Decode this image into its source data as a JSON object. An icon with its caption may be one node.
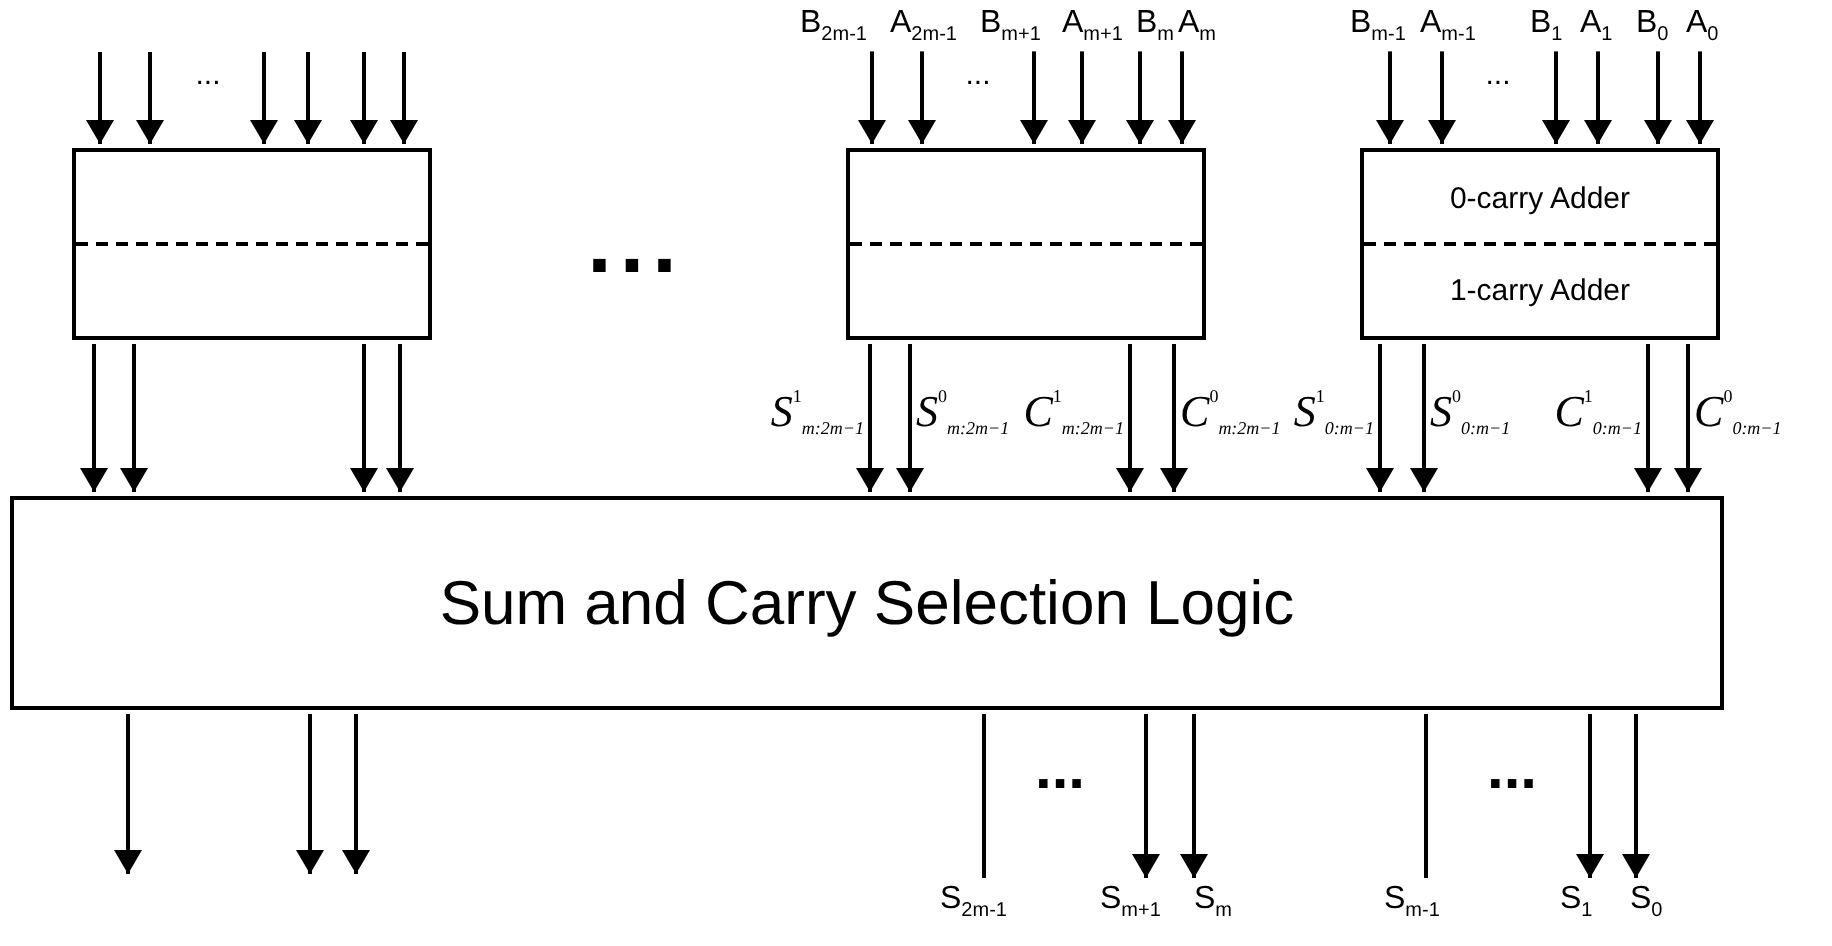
{
  "diagram": {
    "nodes": [
      {
        "text": [
          "B$_{2m-1}$"
        ]
      },
      {
        "text": [
          "A$_{2m-1}$"
        ]
      },
      {
        "text": [
          "B$_{m+1}$"
        ]
      },
      {
        "text": [
          "A$_{m+1}$"
        ]
      },
      {
        "text": [
          "B$_{m}$"
        ]
      },
      {
        "text": [
          "A$_{m}$"
        ]
      },
      {
        "text": [
          "B$_{m-1}$"
        ]
      },
      {
        "text": [
          "A$_{m-1}$"
        ]
      },
      {
        "text": [
          "B$_{1}$"
        ]
      },
      {
        "text": [
          "A$_{1}$"
        ]
      },
      {
        "text": [
          "B$_{0}$"
        ]
      },
      {
        "text": [
          "A$_{0}$"
        ]
      },
      {
        "text": [],
        "shape": "box"
      },
      {
        "text": [],
        "shape": "box"
      },
      {
        "text": [
          "0-carry Adder",
          "1-carry Adder"
        ]
      },
      {
        "text": [
          "Sum and Carry Selection Logic"
        ]
      },
      {
        "text": [
          "S$_{2m-1}$"
        ]
      },
      {
        "text": [
          "S$_{m+1}$"
        ]
      },
      {
        "text": [
          "S$_{m}$"
        ]
      },
      {
        "text": [
          "S$_{m-1}$"
        ]
      },
      {
        "text": [
          "S$_{1}$"
        ]
      },
      {
        "text": [
          "S$_{0}$"
        ]
      }
    ],
    "edges": [
      {
        "from": null,
        "to": 12,
        "arrow": "to"
      },
      {
        "from": null,
        "to": 12,
        "arrow": "to"
      },
      {
        "from": null,
        "to": 12,
        "arrow": "to"
      },
      {
        "from": null,
        "to": 12,
        "arrow": "to"
      },
      {
        "from": null,
        "to": 12,
        "arrow": "to"
      },
      {
        "from": null,
        "to": 12,
        "arrow": "to"
      },
      {
        "from": 0,
        "to": 13,
        "arrow": "to"
      },
      {
        "from": 1,
        "to": 13,
        "arrow": "to"
      },
      {
        "from": 2,
        "to": 13,
        "arrow": "to"
      },
      {
        "from": 3,
        "to": 13,
        "arrow": "to"
      },
      {
        "from": 4,
        "to": 13,
        "arrow": "to"
      },
      {
        "from": 5,
        "to": 13,
        "arrow": "to"
      },
      {
        "from": 6,
        "to": 14,
        "arrow": "to"
      },
      {
        "from": 7,
        "to": 14,
        "arrow": "to"
      },
      {
        "from": 8,
        "to": 14,
        "arrow": "to"
      },
      {
        "from": 9,
        "to": 14,
        "arrow": "to"
      },
      {
        "from": 10,
        "to": 14,
        "arrow": "to"
      },
      {
        "from": 11,
        "to": 14,
        "arrow": "to"
      },
      {
        "from": 12,
        "to": 15,
        "arrow": "to"
      },
      {
        "from": 12,
        "to": 15,
        "arrow": "to"
      },
      {
        "from": 12,
        "to": 15,
        "arrow": "to"
      },
      {
        "from": 12,
        "to": 15,
        "arrow": "to"
      },
      {
        "from": 13,
        "to": 15,
        "arrow": "to",
        "label": "S$^{1}$$_{m:2m−1}$"
      },
      {
        "from": 13,
        "to": 15,
        "arrow": "to",
        "label": "S$^{0}$$_{m:2m−1}$"
      },
      {
        "from": 13,
        "to": 15,
        "arrow": "to",
        "label": "C$^{1}$$_{m:2m−1}$"
      },
      {
        "from": 13,
        "to": 15,
        "arrow": "to",
        "label": "C$^{0}$$_{m:2m−1}$"
      },
      {
        "from": 14,
        "to": 15,
        "arrow": "to",
        "label": "S$^{1}$$_{0:m−1}$"
      },
      {
        "from": 14,
        "to": 15,
        "arrow": "to",
        "label": "S$^{0}$$_{0:m−1}$"
      },
      {
        "from": 14,
        "to": 15,
        "arrow": "to",
        "label": "C$^{1}$$_{0:m−1}$"
      },
      {
        "from": 14,
        "to": 15,
        "arrow": "to",
        "label": "C$^{0}$$_{0:m−1}$"
      },
      {
        "from": 15,
        "to": null,
        "arrow": "to"
      },
      {
        "from": 15,
        "to": null,
        "arrow": "to"
      },
      {
        "from": 15,
        "to": null,
        "arrow": "to"
      },
      {
        "from": 15,
        "to": 16,
        "arrow": "none"
      },
      {
        "from": 15,
        "to": 17,
        "arrow": "to"
      },
      {
        "from": 15,
        "to": 18,
        "arrow": "to"
      },
      {
        "from": 15,
        "to": 19,
        "arrow": "none"
      },
      {
        "from": 15,
        "to": 20,
        "arrow": "to"
      },
      {
        "from": 15,
        "to": 21,
        "arrow": "to"
      }
    ],
    "labels": [
      "...",
      "...",
      "...",
      "...",
      "...",
      "..."
    ]
  }
}
